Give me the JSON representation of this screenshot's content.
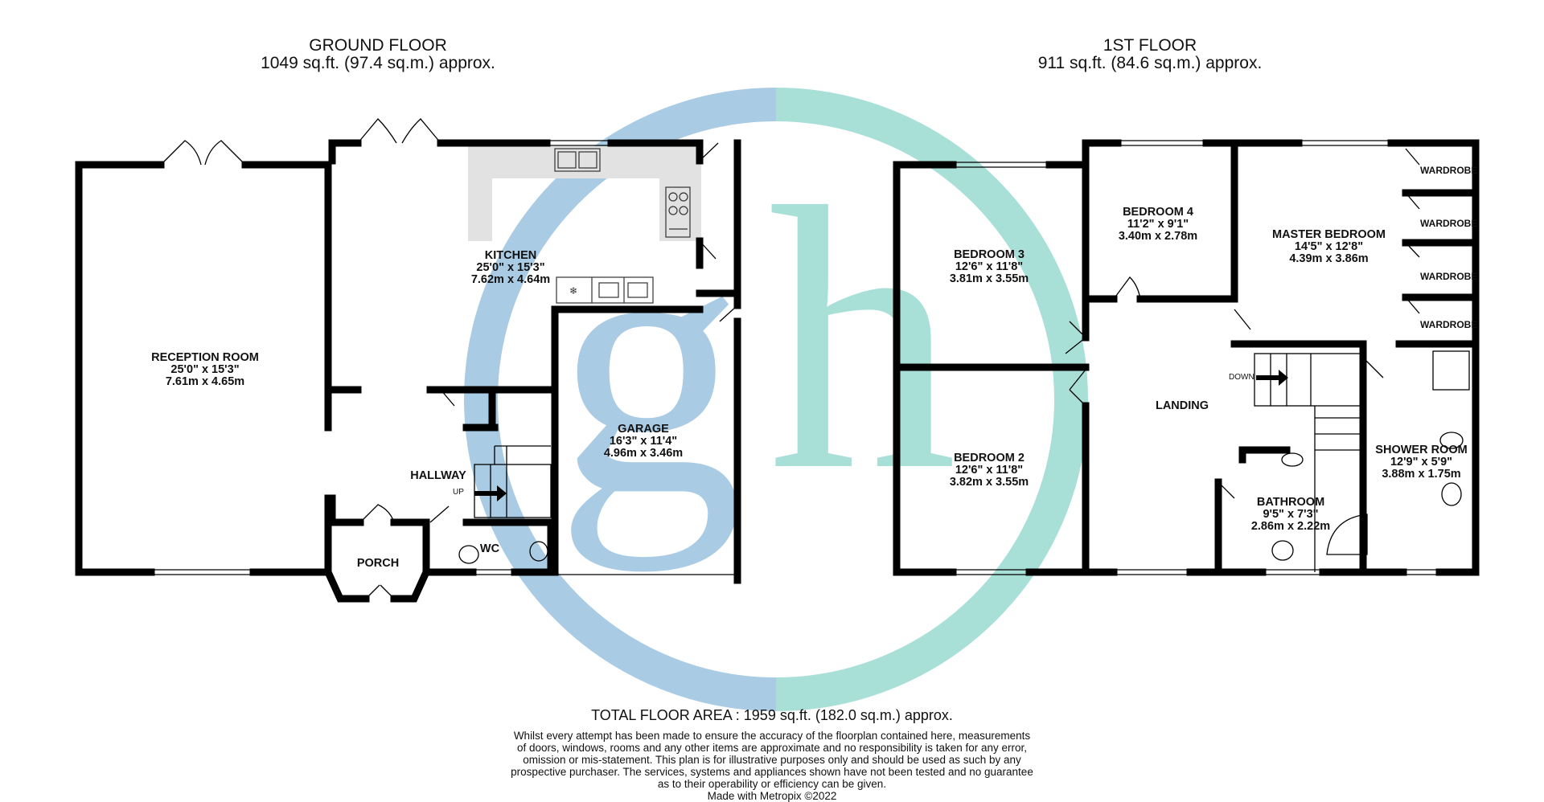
{
  "colors": {
    "wall": "#000000",
    "watermark_blue": "#a9cbe4",
    "watermark_teal": "#a8e0d8",
    "kitchen_unit": "#e2e2e2"
  },
  "watermark": {
    "logo_text": "gh"
  },
  "ground_floor": {
    "title": "GROUND FLOOR",
    "area": "1049 sq.ft. (97.4 sq.m.) approx.",
    "rooms": {
      "reception": {
        "name": "RECEPTION ROOM",
        "imperial": "25'0\"  x 15'3\"",
        "metric": "7.61m  x 4.65m"
      },
      "kitchen": {
        "name": "KITCHEN",
        "imperial": "25'0\"  x 15'3\"",
        "metric": "7.62m  x 4.64m"
      },
      "garage": {
        "name": "GARAGE",
        "imperial": "16'3\"  x 11'4\"",
        "metric": "4.96m  x 3.46m"
      },
      "hallway": {
        "name": "HALLWAY"
      },
      "porch": {
        "name": "PORCH"
      },
      "wc": {
        "name": "WC"
      }
    },
    "stair_label": "UP"
  },
  "first_floor": {
    "title": "1ST FLOOR",
    "area": "911 sq.ft. (84.6 sq.m.) approx.",
    "rooms": {
      "bedroom3": {
        "name": "BEDROOM 3",
        "imperial": "12'6\"  x 11'8\"",
        "metric": "3.81m  x 3.55m"
      },
      "bedroom2": {
        "name": "BEDROOM 2",
        "imperial": "12'6\"  x 11'8\"",
        "metric": "3.82m  x 3.55m"
      },
      "bedroom4": {
        "name": "BEDROOM 4",
        "imperial": "11'2\"  x 9'1\"",
        "metric": "3.40m  x 2.78m"
      },
      "master": {
        "name": "MASTER BEDROOM",
        "imperial": "14'5\"  x 12'8\"",
        "metric": "4.39m  x 3.86m"
      },
      "landing": {
        "name": "LANDING"
      },
      "bathroom": {
        "name": "BATHROOM",
        "imperial": "9'5\"  x 7'3\"",
        "metric": "2.86m  x 2.22m"
      },
      "shower": {
        "name": "SHOWER ROOM",
        "imperial": "12'9\"  x 5'9\"",
        "metric": "3.88m  x 1.75m"
      }
    },
    "wardrobe_label": "WARDROBE",
    "stair_label": "DOWN"
  },
  "footer": {
    "total": "TOTAL FLOOR AREA : 1959 sq.ft. (182.0 sq.m.) approx.",
    "disclaimer_lines": [
      "Whilst every attempt has been made to ensure the accuracy of the floorplan contained here, measurements",
      "of doors, windows, rooms and any other items are approximate and no responsibility is taken for any error,",
      "omission or mis-statement. This plan is for illustrative purposes only and should be used as such by any",
      "prospective purchaser. The services, systems and appliances shown have not been tested and no guarantee",
      "as to their operability or efficiency can be given.",
      "Made with Metropix ©2022"
    ]
  }
}
